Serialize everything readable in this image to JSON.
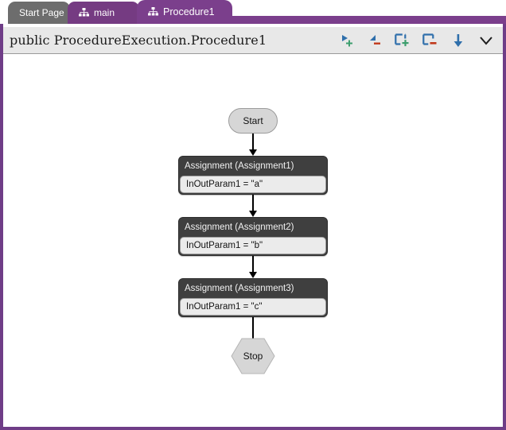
{
  "tabs": [
    {
      "label": "Start Page",
      "icon": "",
      "state": "inactive"
    },
    {
      "label": "main",
      "icon": "hierarchy-icon",
      "state": "inactive"
    },
    {
      "label": "Procedure1",
      "icon": "hierarchy-icon",
      "state": "active"
    }
  ],
  "header": {
    "title": "public ProcedureExecution.Procedure1",
    "tools": [
      {
        "name": "expand-all-icon",
        "tooltip": "Expand All"
      },
      {
        "name": "collapse-all-icon",
        "tooltip": "Collapse All"
      },
      {
        "name": "expand-node-icon",
        "tooltip": "Expand"
      },
      {
        "name": "collapse-node-icon",
        "tooltip": "Collapse"
      },
      {
        "name": "down-arrow-icon",
        "tooltip": "Go Down"
      },
      {
        "name": "chevron-down-icon",
        "tooltip": "More"
      }
    ]
  },
  "colors": {
    "tab_active": "#7b3f8c",
    "tab_inactive_purple": "#753b82",
    "tab_inactive_gray": "#6d6d6d",
    "frame_border": "#6f3d87",
    "header_bg": "#e8e8e8",
    "node_header": "#3f3f3f",
    "node_body": "#ebebeb",
    "terminal_fill": "#d6d6d6",
    "connector": "#000000",
    "accent_green": "#3d9e6e",
    "accent_red": "#c1391c",
    "accent_blue": "#2f6fab"
  },
  "diagram": {
    "start": {
      "label": "Start",
      "shape": "rounded-rectangle"
    },
    "stop": {
      "label": "Stop",
      "shape": "hexagon"
    },
    "activities": [
      {
        "title": "Assignment (Assignment1)",
        "body": "InOutParam1 = \"a\""
      },
      {
        "title": "Assignment (Assignment2)",
        "body": "InOutParam1 = \"b\""
      },
      {
        "title": "Assignment (Assignment3)",
        "body": "InOutParam1 = \"c\""
      }
    ]
  }
}
